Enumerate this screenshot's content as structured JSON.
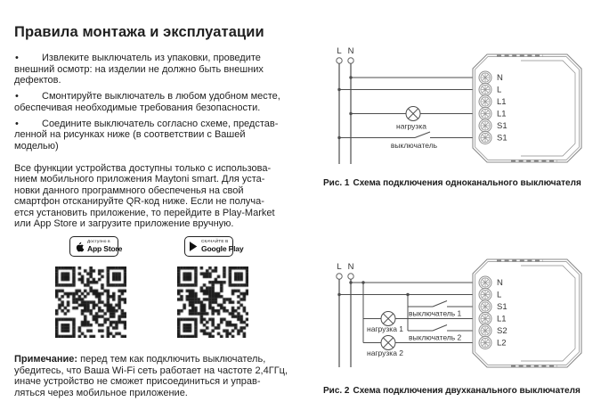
{
  "page": {
    "title": "Правила монтажа и эксплуатации"
  },
  "bullets": [
    [
      "Извлеките выключатель из упаковки, проведите",
      "внешний осмотр: на изделии не должно быть внешних",
      "дефектов."
    ],
    [
      "Смонтируйте выключатель в любом удобном месте,",
      "обеспечивая необходимые требования безопасности."
    ],
    [
      "Соедините выключатель согласно схеме, представ-",
      "ленной на рисунках ниже (в соответствии с Вашей",
      "моделью)"
    ]
  ],
  "bullet_marker": "•",
  "intro_paragraph": [
    "Все функции устройства доступны только с использова-",
    "нием мобильного приложения Maytoni smart. Для уста-",
    "новки данного программного обеспеченья на свой",
    "смартфон отсканируйте QR-код ниже. Если не получа-",
    "ется установить приложение, то перейдите в Play-Market",
    "или App Store и загрузите приложение вручную."
  ],
  "badges": {
    "app_store": {
      "top": "Доступно в",
      "name": "App Store"
    },
    "google_play": {
      "top": "СКАЧАЙТЕ В",
      "name": "Google Play"
    }
  },
  "note": {
    "label": "Примечание:",
    "rest": [
      " перед тем как подключить выключатель,",
      "убедитесь, что Ваша Wi-Fi сеть работает на частоте 2,4ГГц,",
      "иначе устройство не сможет присоединиться и управ-",
      "ляться через мобильное приложение."
    ]
  },
  "figures": {
    "fig1": {
      "supply": [
        "L",
        "N"
      ],
      "terminals": [
        "N",
        "L",
        "L1",
        "L1",
        "S1",
        "S1"
      ],
      "load_label": "нагрузка",
      "switch_label": "выключатель",
      "caption_num": "Рис. 1",
      "caption_text": "Схема подключения одноканального выключателя"
    },
    "fig2": {
      "supply": [
        "L",
        "N"
      ],
      "terminals": [
        "N",
        "L",
        "S1",
        "L1",
        "S2",
        "L2"
      ],
      "load_labels": [
        "нагрузка 1",
        "нагрузка 2"
      ],
      "switch_labels": [
        "выключатель 1",
        "выключатель 2"
      ],
      "caption_num": "Рис. 2",
      "caption_text": "Схема подключения двухканального выключателя"
    }
  },
  "icons": {
    "apple": "apple-icon",
    "play": "google-play-icon",
    "qr_left": "qr-code-app-store",
    "qr_right": "qr-code-google-play"
  },
  "colors": {
    "text": "#1f1f1f",
    "wire": "#4d4d4d",
    "module": "#8a8a8a",
    "qr": "#1c1c1c",
    "badge-border": "#222222",
    "bg": "#ffffff"
  }
}
